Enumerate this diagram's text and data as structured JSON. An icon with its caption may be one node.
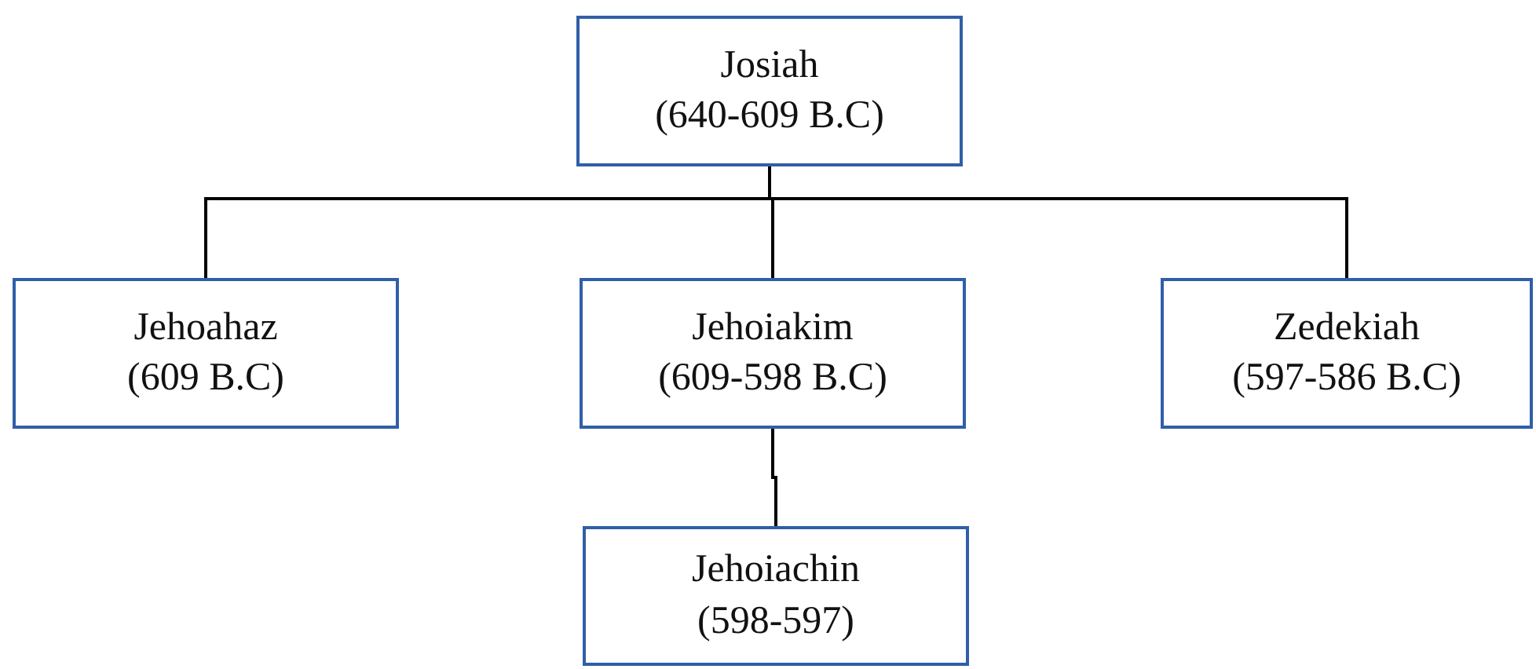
{
  "diagram": {
    "nodes": [
      {
        "text": [
          "Josiah",
          "(640-609 B.C)"
        ]
      },
      {
        "text": [
          "Jehoahaz",
          "(609 B.C)"
        ]
      },
      {
        "text": [
          "Jehoiakim",
          "(609-598 B.C)"
        ]
      },
      {
        "text": [
          "Zedekiah",
          "(597-586 B.C)"
        ]
      },
      {
        "text": [
          "Jehoiachin",
          "(598-597)"
        ]
      }
    ],
    "edges": [
      {
        "from": 0,
        "to": 1,
        "arrow": "none"
      },
      {
        "from": 0,
        "to": 2,
        "arrow": "none"
      },
      {
        "from": 0,
        "to": 3,
        "arrow": "none"
      },
      {
        "from": 2,
        "to": 4,
        "arrow": "none"
      }
    ]
  }
}
